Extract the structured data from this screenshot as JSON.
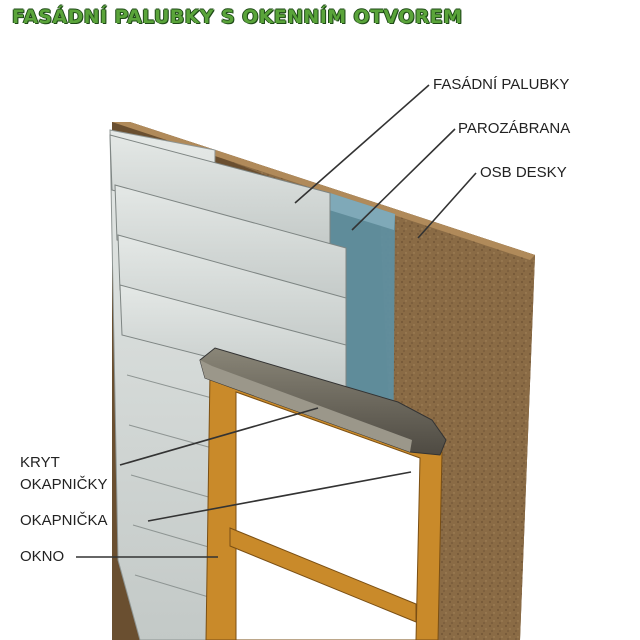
{
  "title": "FASÁDNÍ PALUBKY S OKENNÍM OTVOREM",
  "labels": {
    "fasadni_palubky": "FASÁDNÍ PALUBKY",
    "parozabrana": "PAROZÁBRANA",
    "osb_desky": "OSB DESKY",
    "kryt_okapnicky_line1": "KRYT",
    "kryt_okapnicky_line2": "OKAPNIČKY",
    "okapnicka": "OKAPNIČKA",
    "okno": "OKNO"
  },
  "colors": {
    "title": "#5aa43a",
    "osb": "#8a6b45",
    "vapor_barrier": "#5f8fa0",
    "boards": "#d6dbd9",
    "window_frame": "#c98a2a",
    "flashing": "#6e6a60"
  }
}
